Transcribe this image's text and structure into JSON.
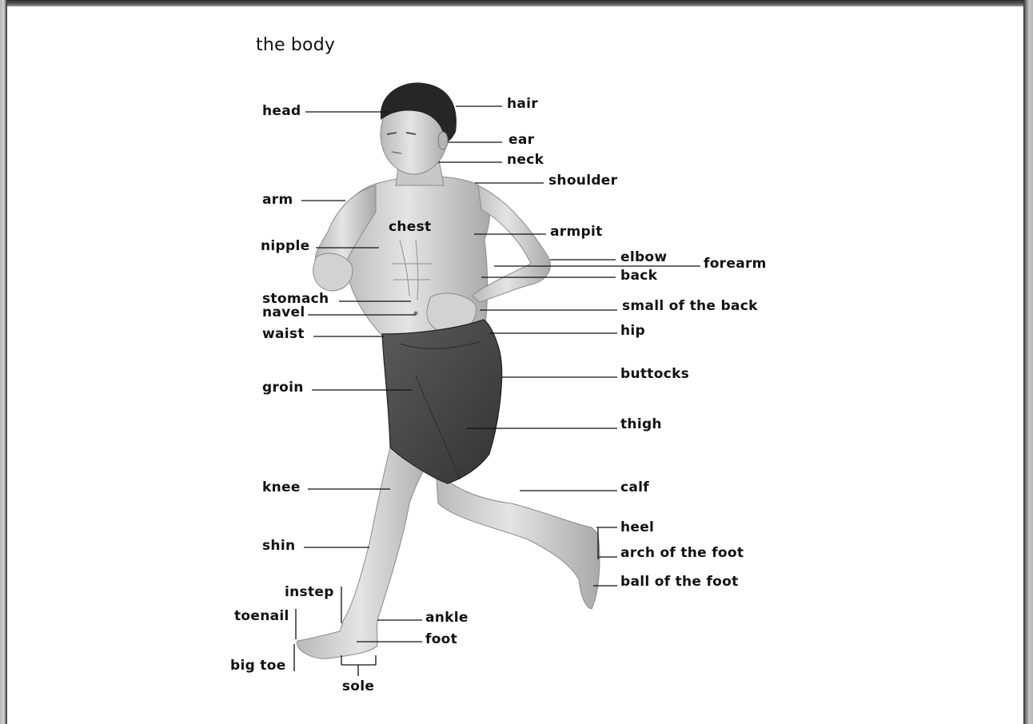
{
  "title": "the body",
  "labels": {
    "head": "head",
    "hair": "hair",
    "ear": "ear",
    "neck": "neck",
    "shoulder": "shoulder",
    "arm": "arm",
    "chest": "chest",
    "armpit": "armpit",
    "nipple": "nipple",
    "elbow": "elbow",
    "forearm": "forearm",
    "back": "back",
    "stomach": "stomach",
    "navel": "navel",
    "small_of_back": "small of the back",
    "waist": "waist",
    "hip": "hip",
    "buttocks": "buttocks",
    "groin": "groin",
    "thigh": "thigh",
    "knee": "knee",
    "calf": "calf",
    "heel": "heel",
    "shin": "shin",
    "arch": "arch of the foot",
    "ball": "ball of the foot",
    "instep": "instep",
    "toenail": "toenail",
    "ankle": "ankle",
    "foot": "foot",
    "big_toe": "big toe",
    "sole": "sole"
  },
  "colors": {
    "skin": "#cfcfcf",
    "skin_shadow": "#9a9a9a",
    "hair": "#262626",
    "shorts": "#4a4a4a",
    "shorts_dark": "#2f2f2f",
    "leader_line": "#111111"
  }
}
